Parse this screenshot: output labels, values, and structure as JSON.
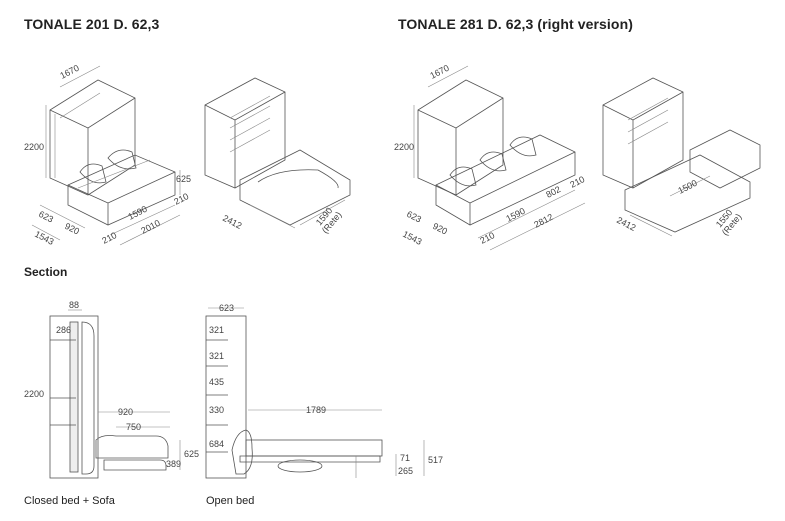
{
  "titles": {
    "left": "TONALE 201 D. 62,3",
    "right": "TONALE 281 D. 62,3 (right version)",
    "section": "Section"
  },
  "captions": {
    "closed": "Closed bed + Sofa",
    "open": "Open bed"
  },
  "dims": {
    "v201": {
      "width": "1670",
      "height": "2200",
      "sofa_h": "625",
      "leg": "210",
      "depth1": "623",
      "depth2": "920",
      "total_depth": "1543",
      "d210": "210",
      "d1590": "1590",
      "d2010": "2010"
    },
    "v201_open": {
      "w": "2412",
      "rete": "1590",
      "rete_label": "(Rete)"
    },
    "v281": {
      "width": "1670",
      "height": "2200",
      "depth1": "623",
      "depth2": "920",
      "total_depth": "1543",
      "d210a": "210",
      "d1590": "1590",
      "d802": "802",
      "d210b": "210",
      "d2812": "2812"
    },
    "v281_open": {
      "w": "2412",
      "w1500": "1500",
      "rete": "1550",
      "rete_label": "(Rete)"
    },
    "sec_closed": {
      "top": "88",
      "a": "286",
      "height": "2200",
      "d920": "920",
      "d750": "750",
      "h625": "625",
      "h389": "389"
    },
    "sec_open": {
      "top": "623",
      "a": "321",
      "b": "321",
      "c": "435",
      "d": "330",
      "e": "684",
      "len": "1789",
      "h71": "71",
      "h265": "265",
      "h517": "517"
    }
  }
}
